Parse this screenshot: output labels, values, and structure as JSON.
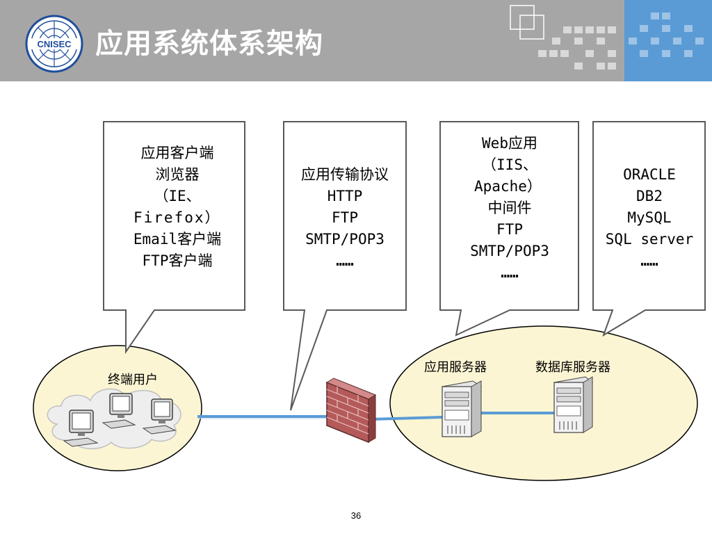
{
  "slide": {
    "title": "应用系统体系架构",
    "logo_text": "CNISEC",
    "page_number": "36"
  },
  "callouts": {
    "client": [
      "应用客户端",
      "浏览器",
      "（IE、",
      "Firefox）",
      "Email客户端",
      "FTP客户端"
    ],
    "protocol": [
      "应用传输协议",
      "HTTP",
      "FTP",
      "SMTP/POP3",
      "……"
    ],
    "web_app": [
      "Web应用",
      "（IIS、",
      "Apache）",
      "中间件",
      "FTP",
      "SMTP/POP3",
      "……"
    ],
    "database": [
      "ORACLE",
      "DB2",
      "MySQL",
      "SQL server",
      "……"
    ]
  },
  "labels": {
    "terminal_users": "终端用户",
    "app_server": "应用服务器",
    "db_server": "数据库服务器"
  },
  "colors": {
    "header_bg": "#a6a6a6",
    "header_accent": "#5b9bd5",
    "ellipse_fill": "#fbf5d4",
    "network_line": "#5b9bd5",
    "firewall": "#b55a5a",
    "logo_blue": "#1f4e9c"
  }
}
